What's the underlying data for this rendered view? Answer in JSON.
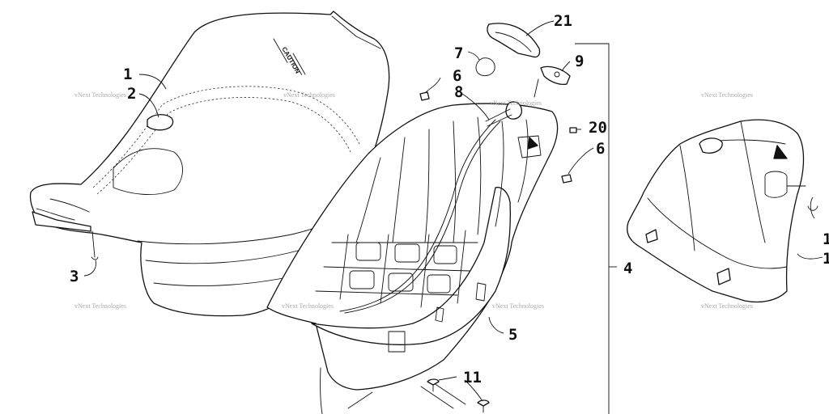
{
  "callouts": {
    "c1": "1",
    "c2": "2",
    "c3": "3",
    "c4": "4",
    "c5": "5",
    "c6a": "6",
    "c6b": "6",
    "c7": "7",
    "c8": "8",
    "c9": "9",
    "c11": "11",
    "c20": "20",
    "c21": "21",
    "c1r_top": "1",
    "c1r_bottom": "1"
  },
  "watermark": "vNext Technologies",
  "seat_decal": "CAUTION",
  "colors": {
    "line": "#111111",
    "background": "#ffffff",
    "watermark": "#9a9a9a"
  }
}
